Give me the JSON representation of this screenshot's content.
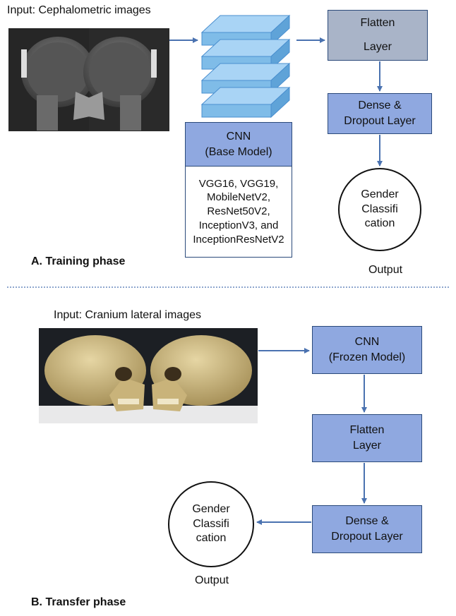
{
  "training": {
    "input_label": "Input: Cephalometric images",
    "flatten": [
      "Flatten",
      "Layer"
    ],
    "dense": [
      "Dense &",
      "Dropout Layer"
    ],
    "cnn_title": [
      "CNN",
      "(Base Model)"
    ],
    "models": [
      "VGG16, VGG19,",
      "MobileNetV2,",
      "ResNet50V2,",
      "InceptionV3, and",
      "InceptionResNetV2"
    ],
    "output_circle": [
      "Gender",
      "Classifi",
      "cation"
    ],
    "output_label": "Output",
    "phase_label": "A. Training phase"
  },
  "transfer": {
    "input_label": "Input: Cranium lateral images",
    "cnn": [
      "CNN",
      "(Frozen Model)"
    ],
    "flatten": [
      "Flatten",
      "Layer"
    ],
    "dense": [
      "Dense &",
      "Dropout Layer"
    ],
    "output_circle": [
      "Gender",
      "Classifi",
      "cation"
    ],
    "output_label": "Output",
    "phase_label": "B. Transfer phase"
  },
  "colors": {
    "box_blue": "#8fa8e0",
    "box_grey": "#a9b4c8",
    "arrow": "#4a72b0",
    "divider": "#4a72b0",
    "layer_fill": "#a9d4f5"
  }
}
